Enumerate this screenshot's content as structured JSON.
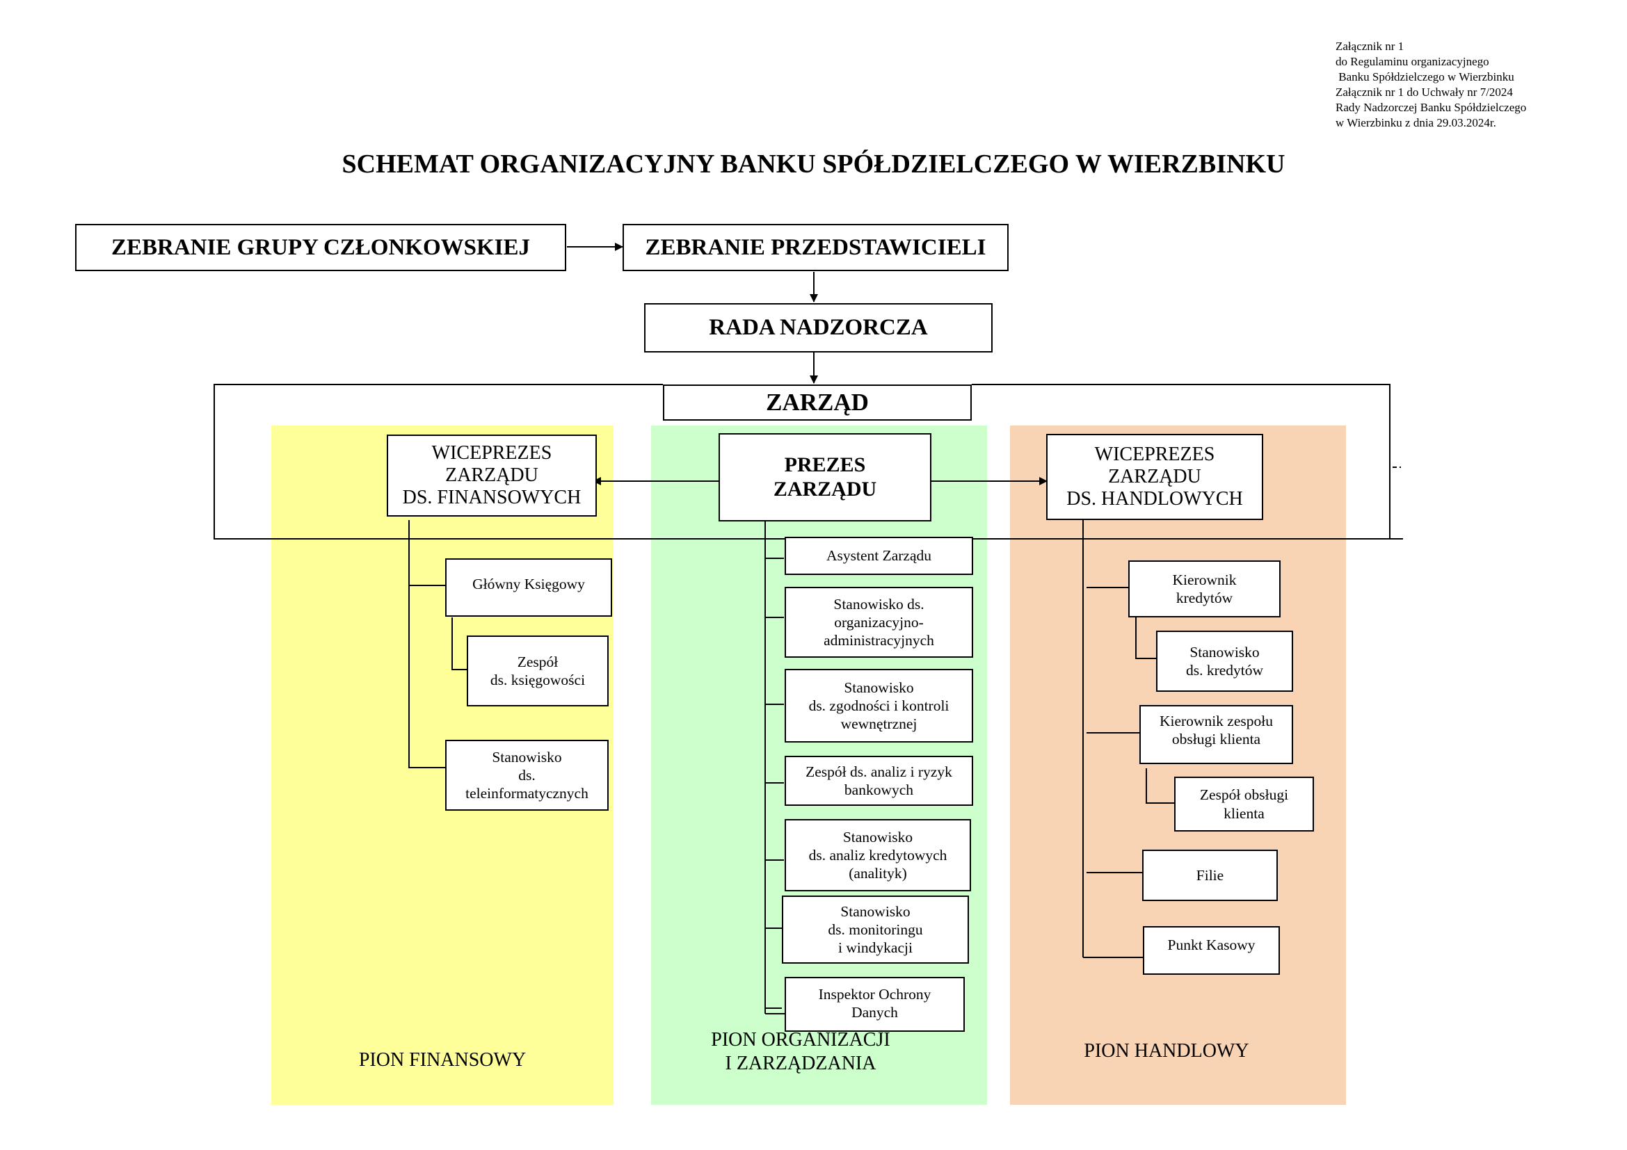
{
  "annex": "Załącznik nr 1\ndo Regulaminu organizacyjnego\n Banku Spółdzielczego w Wierzbinku\nZałącznik nr 1 do Uchwały nr 7/2024\nRady Nadzorczej Banku Spółdzielczego\nw Wierzbinku z dnia 29.03.2024r.",
  "title": "SCHEMAT ORGANIZACYJNY BANKU SPÓŁDZIELCZEGO W WIERZBINKU",
  "colors": {
    "finansowy": "#ffff99",
    "organizacji": "#ccffcc",
    "handlowy": "#f8d4b4"
  },
  "top": {
    "zebranie_grupy": "ZEBRANIE GRUPY CZŁONKOWSKIEJ",
    "zebranie_przedstawicieli": "ZEBRANIE PRZEDSTAWICIELI",
    "rada": "RADA NADZORCZA",
    "zarzad": "ZARZĄD"
  },
  "management": {
    "prezes": "PREZES\nZARZĄDU",
    "wiceprezes_fin": "WICEPREZES\nZARZĄDU\nDS. FINANSOWYCH",
    "wiceprezes_handl": "WICEPREZES\nZARZĄDU\nDS. HANDLOWYCH"
  },
  "finansowy": {
    "label": "PION FINANSOWY",
    "items": [
      "Główny Księgowy",
      "Zespół\nds. księgowości",
      "Stanowisko\nds.\nteleinformatycznych"
    ]
  },
  "organizacji": {
    "label": "PION ORGANIZACJI\nI ZARZĄDZANIA",
    "items": [
      "Asystent Zarządu",
      "Stanowisko ds.\norganizacyjno-\nadministracyjnych",
      "Stanowisko\nds. zgodności i kontroli\nwewnętrznej",
      "Zespół ds. analiz i ryzyk\nbankowych",
      "Stanowisko\nds. analiz kredytowych\n(analityk)",
      "Stanowisko\nds. monitoringu\ni windykacji",
      "Inspektor Ochrony\nDanych"
    ]
  },
  "handlowy": {
    "label": "PION HANDLOWY",
    "items": [
      "Kierownik\nkredytów",
      "Stanowisko\nds. kredytów",
      "Kierownik zespołu\nobsługi klienta",
      "Zespół obsługi\nklienta",
      "Filie",
      "Punkt Kasowy"
    ]
  }
}
